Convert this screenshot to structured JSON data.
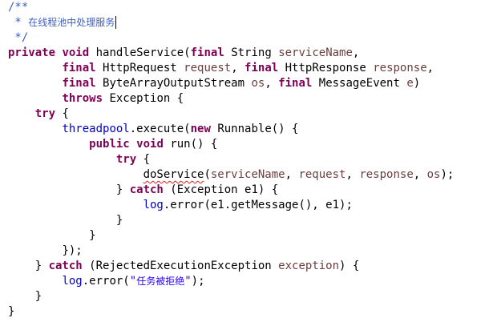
{
  "code": {
    "l1": "/**",
    "l2_star": " * ",
    "l2_cjk": "在线程池中处理服务",
    "l3": " */",
    "l4": {
      "kw1": "private",
      "s1": " ",
      "kw2": "void",
      "s2": " handleService(",
      "kw3": "final",
      "s3": " String ",
      "p1": "serviceName",
      "s4": ","
    },
    "l5": {
      "indent": "        ",
      "kw1": "final",
      "s1": " HttpRequest ",
      "p1": "request",
      "s2": ", ",
      "kw2": "final",
      "s3": " HttpResponse ",
      "p2": "response",
      "s4": ","
    },
    "l6": {
      "indent": "        ",
      "kw1": "final",
      "s1": " ByteArrayOutputStream ",
      "p1": "os",
      "s2": ", ",
      "kw2": "final",
      "s3": " MessageEvent ",
      "p2": "e",
      "s4": ")"
    },
    "l7": {
      "indent": "        ",
      "kw1": "throws",
      "s1": " Exception {"
    },
    "l8": {
      "indent": "    ",
      "kw1": "try",
      "s1": " {"
    },
    "l9": {
      "indent": "        ",
      "f1": "threadpool",
      "s1": ".execute(",
      "kw1": "new",
      "s2": " Runnable() {"
    },
    "l10": {
      "indent": "            ",
      "kw1": "public",
      "s1": " ",
      "kw2": "void",
      "s2": " run() {"
    },
    "l11": {
      "indent": "                ",
      "kw1": "try",
      "s1": " {"
    },
    "l12": {
      "indent": "                    ",
      "m1": "doService",
      "s1": "(",
      "p1": "serviceName",
      "s2": ", ",
      "p2": "request",
      "s3": ", ",
      "p3": "response",
      "s4": ", ",
      "p4": "os",
      "s5": ");"
    },
    "l13": {
      "indent": "                ",
      "s1": "} ",
      "kw1": "catch",
      "s2": " (Exception e1) {"
    },
    "l14": {
      "indent": "                    ",
      "f1": "log",
      "s1": ".error(e1.getMessage(), e1);"
    },
    "l15": {
      "indent": "                ",
      "s1": "}"
    },
    "l16": {
      "indent": "            ",
      "s1": "}"
    },
    "l17": {
      "indent": "        ",
      "s1": "});"
    },
    "l18": {
      "indent": "    ",
      "s1": "} ",
      "kw1": "catch",
      "s2": " (RejectedExecutionException ",
      "p1": "exception",
      "s3": ") {"
    },
    "l19": {
      "indent": "        ",
      "f1": "log",
      "s1": ".error(",
      "str_open": "\"",
      "str_cjk": "任务被拒绝",
      "str_close": "\"",
      "s2": ");"
    },
    "l20": {
      "indent": "    ",
      "s1": "}"
    },
    "l21": "}"
  },
  "colors": {
    "keyword": "#7f0055",
    "parameter": "#6a3e3e",
    "field": "#0000c0",
    "comment": "#3f5fbf",
    "string": "#2a00ff",
    "error_underline": "#e02020",
    "background": "#ffffff"
  }
}
